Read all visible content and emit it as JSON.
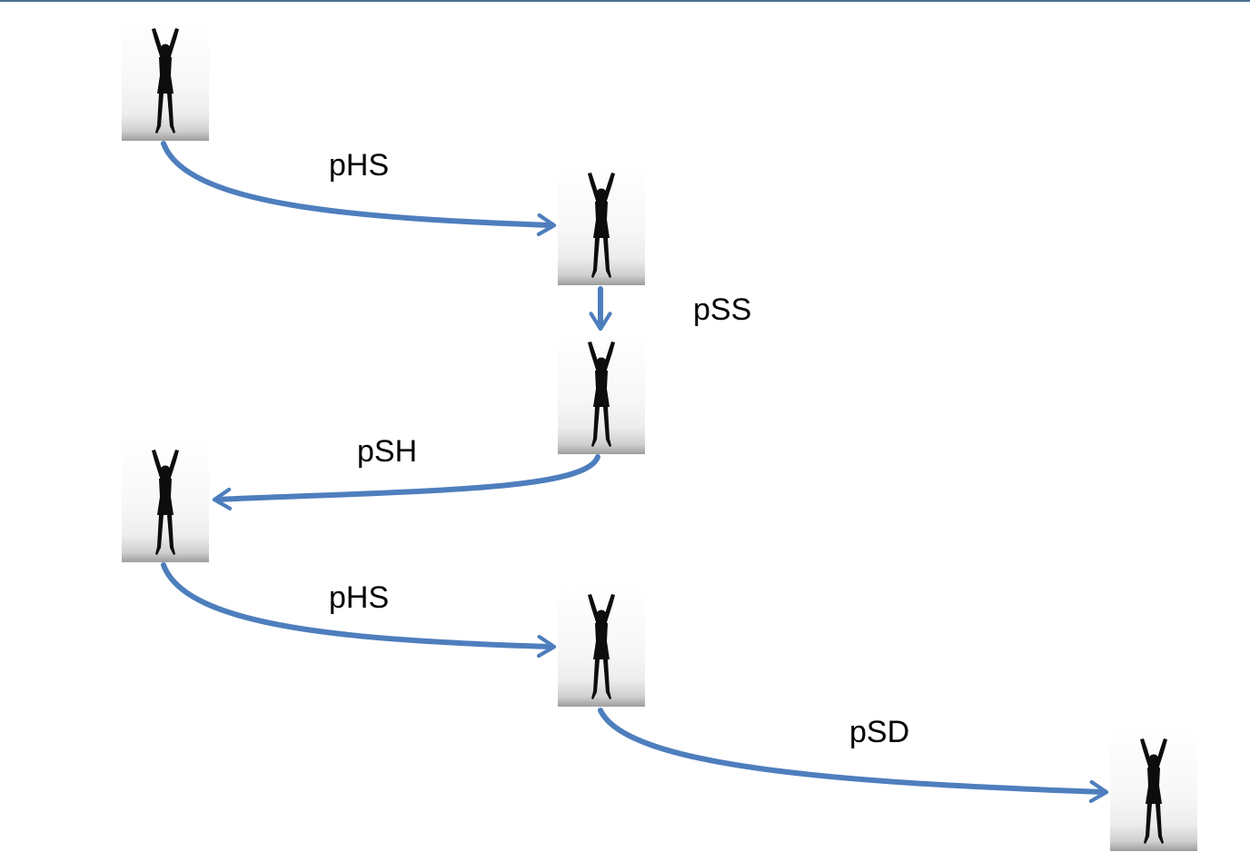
{
  "diagram": {
    "colors": {
      "arrow": "#4e7ebd",
      "silhouette": "#0d0d0d",
      "top_rule": "#4a6f8f"
    },
    "node_icon": "person-arms-raised-silhouette",
    "edge_labels": {
      "e1": "pHS",
      "e2": "pSS",
      "e3": "pSH",
      "e4": "pHS",
      "e5": "pSD"
    }
  }
}
